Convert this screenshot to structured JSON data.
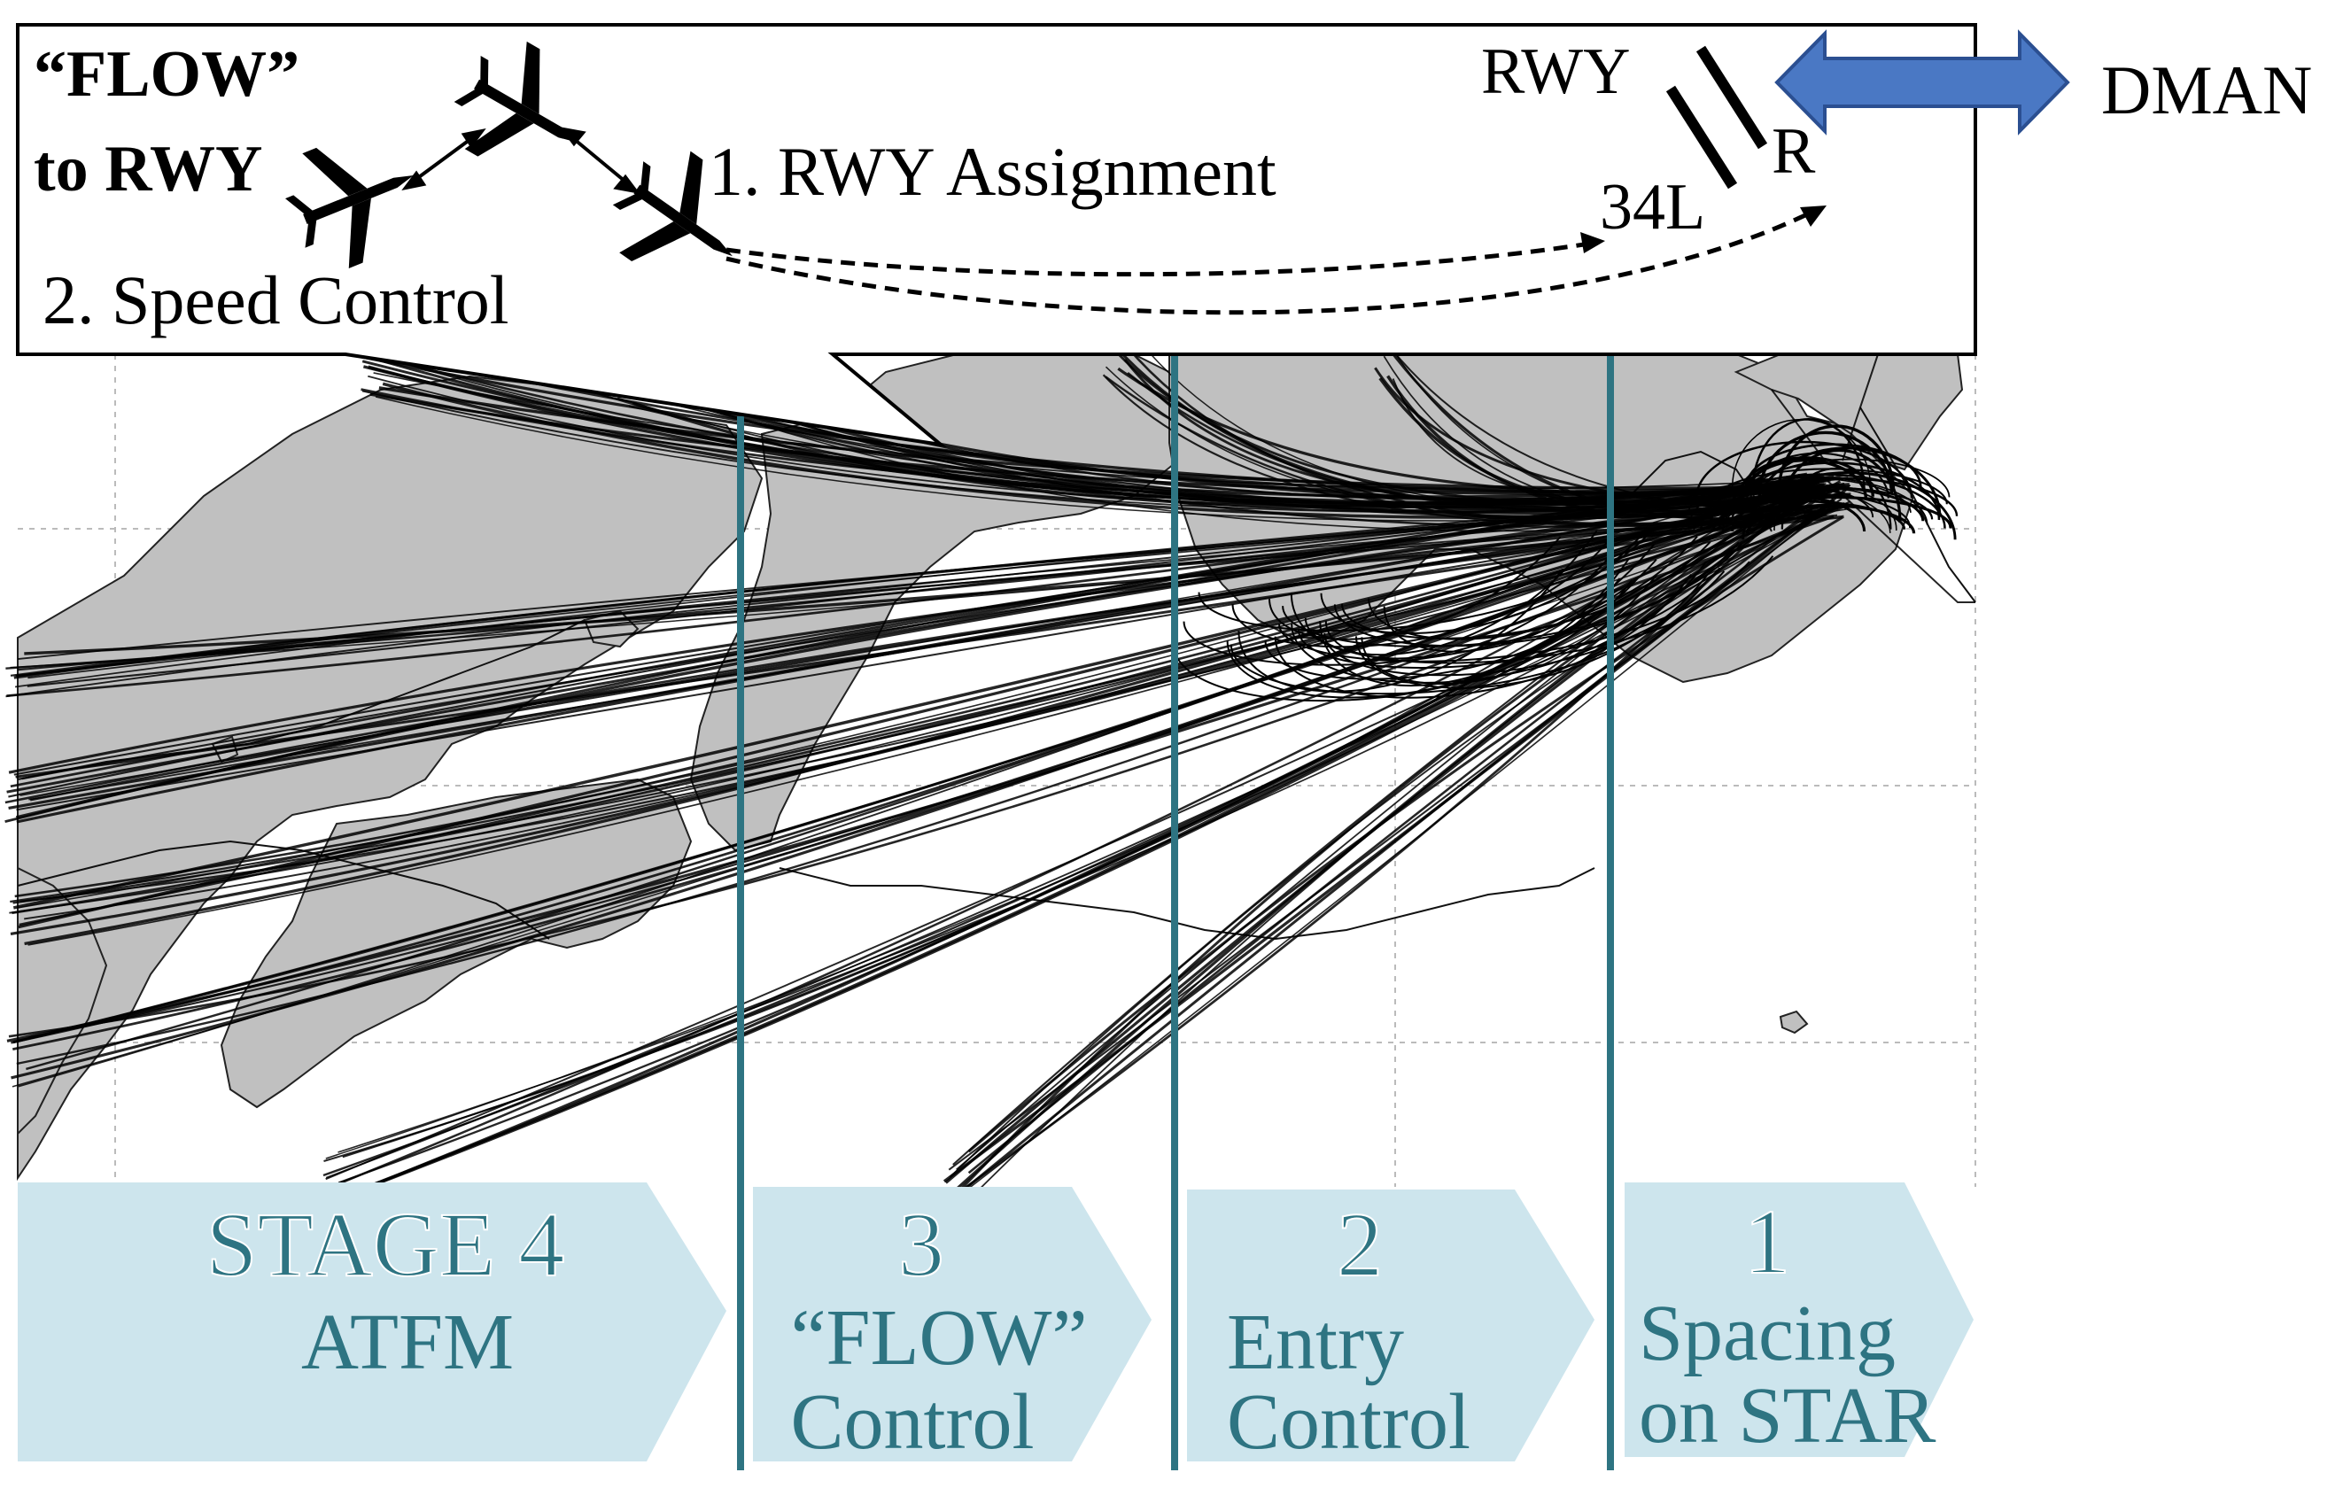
{
  "callout": {
    "flow_line1": "“FLOW”",
    "flow_line2": "to RWY",
    "rwy_assignment": "1. RWY Assignment",
    "speed_control": "2. Speed Control",
    "rwy_label": "RWY",
    "rwy_34l": "34L",
    "rwy_r": "R",
    "dman": "DMAN"
  },
  "stages": [
    {
      "number": "STAGE 4",
      "line1": "ATFM",
      "line2": ""
    },
    {
      "number": "3",
      "line1": "“FLOW”",
      "line2": "Control"
    },
    {
      "number": "2",
      "line1": "Entry",
      "line2": "Control"
    },
    {
      "number": "1",
      "line1": "Spacing",
      "line2": "on STAR"
    }
  ],
  "colors": {
    "land": "#c0c0c0",
    "track": "#000000",
    "divider": "#2e7482",
    "stage_fill": "#cde5ed",
    "stage_text": "#2e7482",
    "dman_arrow": "#4a78c4",
    "grid": "#bbbbbb"
  }
}
